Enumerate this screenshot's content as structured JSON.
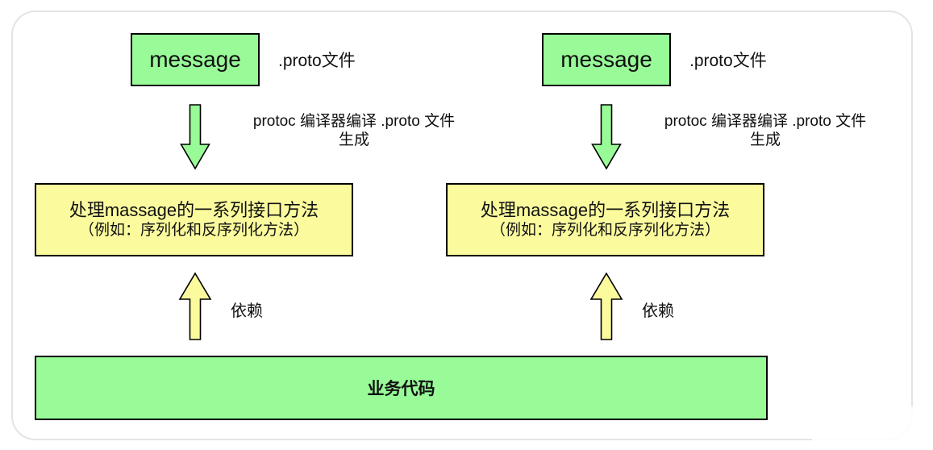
{
  "colors": {
    "green": "#98FB98",
    "yellow": "#FBFB9E",
    "outline": "#000000",
    "frame": "#E4E4E4"
  },
  "diagram": {
    "columns": [
      {
        "message_label": "message",
        "proto_file_label": ".proto文件",
        "compile_caption_line1": "protoc 编译器编译 .proto 文件",
        "compile_caption_line2": "生成",
        "interface_line1": "处理massage的一系列接口方法",
        "interface_line2": "（例如：序列化和反序列化方法）",
        "depend_label": "依赖"
      },
      {
        "message_label": "message",
        "proto_file_label": ".proto文件",
        "compile_caption_line1": "protoc 编译器编译 .proto 文件",
        "compile_caption_line2": "生成",
        "interface_line1": "处理massage的一系列接口方法",
        "interface_line2": "（例如：序列化和反序列化方法）",
        "depend_label": "依赖"
      }
    ],
    "bottom_box_label": "业务代码"
  }
}
